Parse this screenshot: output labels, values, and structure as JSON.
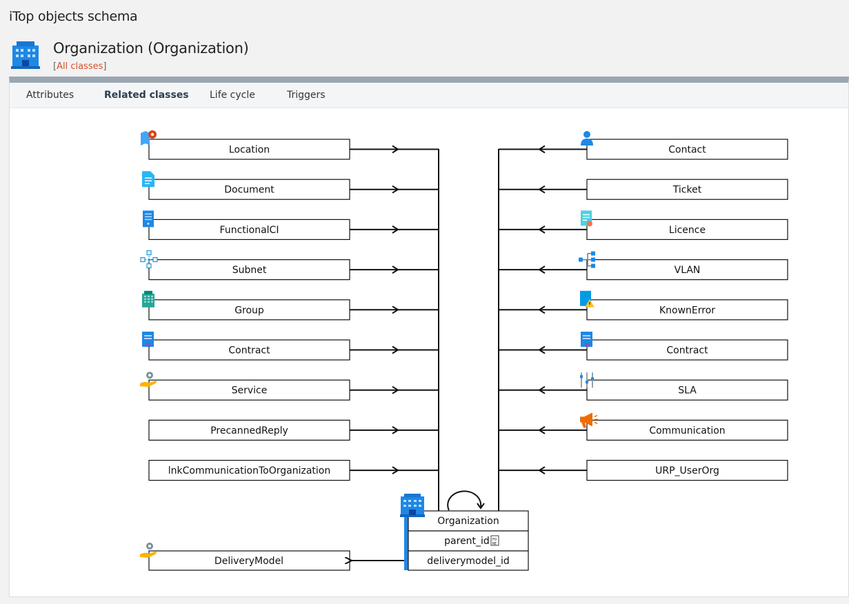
{
  "page": {
    "header_title": "iTop objects schema",
    "class_title": "Organization (Organization)",
    "breadcrumb": {
      "open": "[",
      "link": "All classes",
      "close": "]"
    }
  },
  "tabs": [
    {
      "label": "Attributes",
      "active": false
    },
    {
      "label": "Related classes",
      "active": true
    },
    {
      "label": "Life cycle",
      "active": false
    },
    {
      "label": "Triggers",
      "active": false
    }
  ],
  "diagram": {
    "left_classes": [
      {
        "label": "Location",
        "icon": "location-icon"
      },
      {
        "label": "Document",
        "icon": "document-icon"
      },
      {
        "label": "FunctionalCI",
        "icon": "functionalci-icon"
      },
      {
        "label": "Subnet",
        "icon": "subnet-icon"
      },
      {
        "label": "Group",
        "icon": "group-icon"
      },
      {
        "label": "Contract",
        "icon": "contract-icon"
      },
      {
        "label": "Service",
        "icon": "service-icon"
      },
      {
        "label": "PrecannedReply",
        "icon": ""
      },
      {
        "label": "lnkCommunicationToOrganization",
        "icon": ""
      }
    ],
    "right_classes": [
      {
        "label": "Contact",
        "icon": "contact-icon"
      },
      {
        "label": "Ticket",
        "icon": ""
      },
      {
        "label": "Licence",
        "icon": "licence-icon"
      },
      {
        "label": "VLAN",
        "icon": "vlan-icon"
      },
      {
        "label": "KnownError",
        "icon": "knownerror-icon"
      },
      {
        "label": "Contract",
        "icon": "contract-icon"
      },
      {
        "label": "SLA",
        "icon": "sla-icon"
      },
      {
        "label": "Communication",
        "icon": "communication-icon"
      },
      {
        "label": "URP_UserOrg",
        "icon": ""
      }
    ],
    "center": {
      "label": "Organization",
      "attributes": [
        "parent_id🅵🆁🅴🅳",
        "deliverymodel_id"
      ],
      "attr_parent_id": "parent_id",
      "attr_delivery": "deliverymodel_id"
    },
    "delivery_model": {
      "label": "DeliveryModel",
      "icon": "service-icon"
    }
  },
  "colors": {
    "accent": "#d4512b",
    "organization_blue": "#1e88e5",
    "panel_top_border": "#9aa6b2"
  }
}
